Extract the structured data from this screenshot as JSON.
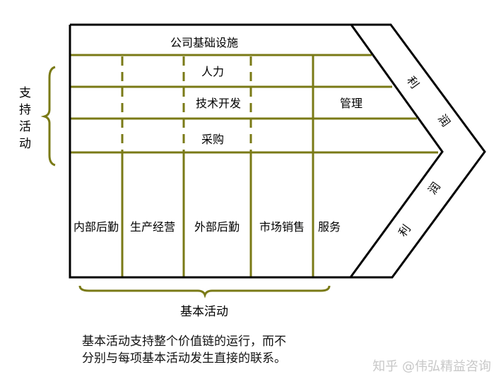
{
  "support": {
    "label": "支持活动",
    "rows": [
      "公司基础设施",
      "人力",
      "技术开发",
      "采购"
    ],
    "management": "管理"
  },
  "primary": {
    "label": "基本活动",
    "items": [
      "内部后勤",
      "生产经营",
      "外部后勤",
      "市场销售",
      "服务"
    ]
  },
  "margin": {
    "char1": "利",
    "char2": "润"
  },
  "note": {
    "line1": "基本活动支持整个价值链的运行，而不",
    "line2": "分别与每项基本活动发生直接的联系。"
  },
  "watermark": "知乎 @伟弘精益咨询",
  "colors": {
    "divider": "#7a7a16",
    "outline": "#000000"
  }
}
